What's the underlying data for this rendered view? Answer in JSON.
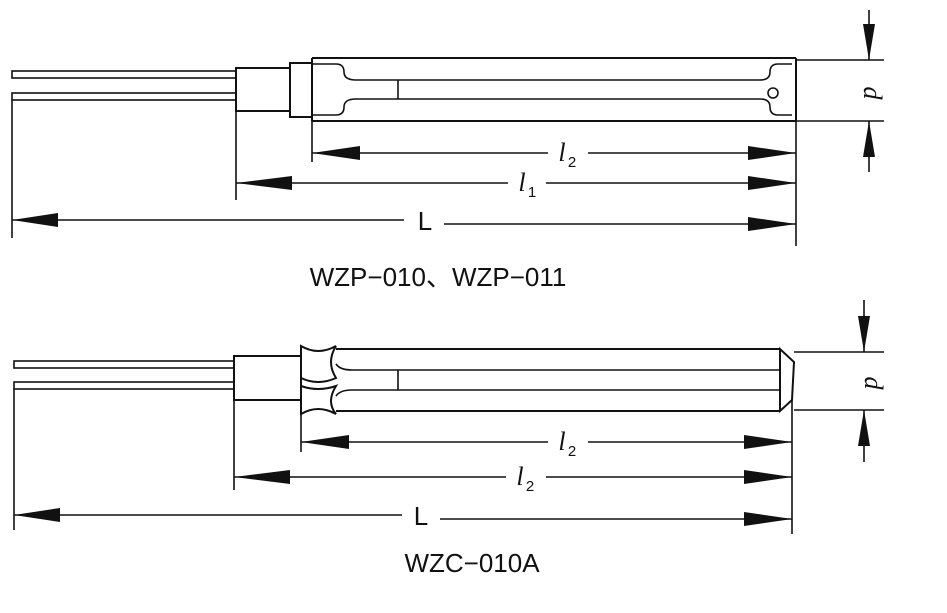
{
  "figure_top": {
    "caption": "WZP−010、WZP−011",
    "dim_l2": {
      "letter": "l",
      "sub": "2"
    },
    "dim_l1": {
      "letter": "l",
      "sub": "1"
    },
    "dim_L": "L",
    "dim_d": "d"
  },
  "figure_bottom": {
    "caption": "WZC−010A",
    "dim_inner": {
      "letter": "l",
      "sub": "2"
    },
    "dim_outer": {
      "letter": "l",
      "sub": "2"
    },
    "dim_L": "L",
    "dim_d": "d"
  }
}
